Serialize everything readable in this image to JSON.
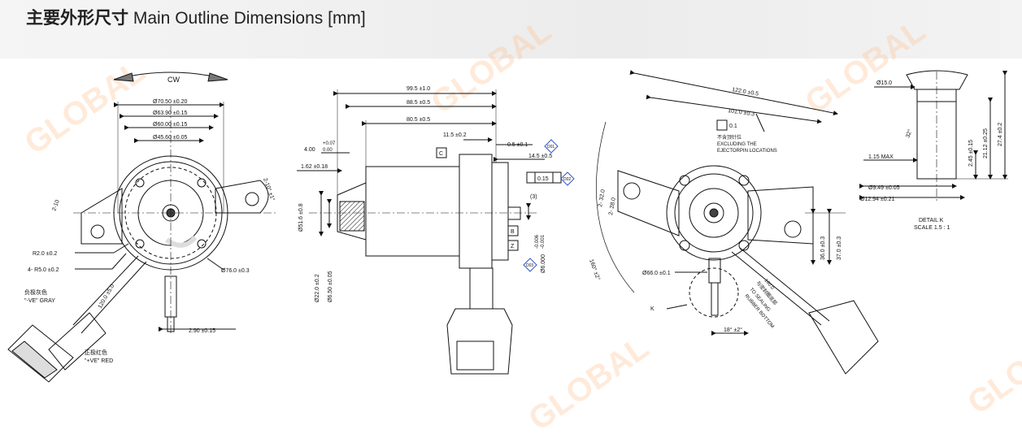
{
  "header": {
    "title_zh": "主要外形尺寸",
    "title_en": "Main Outline Dimensions [mm]"
  },
  "watermark": "GLOBAL",
  "front_view": {
    "rotation": "CW",
    "d1": "Ø70.50 ±0.20",
    "d2": "Ø63.90 ±0.15",
    "d3": "Ø60.00 ±0.15",
    "d4": "Ø45.60 ±0.05",
    "d_outer": "Ø76.0 ±0.3",
    "angle": "2-10° ±1°",
    "holes": "2-10",
    "r1": "R2.0 ±0.2",
    "r2": "4- R5.0 ±0.2",
    "neg_zh": "负极灰色",
    "neg_en": "\"-VE\" GRAY",
    "pos_zh": "正极红色",
    "pos_en": "\"+VE\" RED",
    "cable": "120.0 ±5.0",
    "shaft": "2.90 ±0.15"
  },
  "side_view": {
    "l1": "99.5 ±1.0",
    "l2": "88.5 ±0.5",
    "l3": "80.5 ±0.5",
    "l4": "11.5 ±0.2",
    "l5": "0.5 ±0.1",
    "l6": "14.5 ±0.5",
    "tol_a": "+0.07",
    "tol_b": "0.00",
    "l7": "4.00",
    "l8": "1.62 ±0.18",
    "d_body": "Ø51.6 ±0.8",
    "d_hub": "Ø22.0 ±0.2",
    "d_shaft": "Ø6.50 ±0.05",
    "d_pin": "Ø6.000",
    "pin_tol_a": "-0.006",
    "pin_tol_b": "-0.001",
    "perp": "0.15",
    "ref": "(3)",
    "datum_c": "C",
    "datum_b": "B",
    "datum_z": "Z",
    "sym_1": "D01",
    "sym_2": "D02",
    "sym_3": "D03"
  },
  "back_view": {
    "w1": "122.0 ±0.5",
    "w2": "101.0 ±0.3",
    "flat": "0.1",
    "note_zh": "不含顶针位",
    "note_1": "EXCLUDING THE",
    "note_2": "EJECTORPIN LOCATIONS",
    "a1": "2- 32.0",
    "a2": "2- 28.0",
    "h1": "36.0 ±0.3",
    "h2": "37.0 ±0.3",
    "d": "Ø66.0 ±0.1",
    "angle1": "160° ±2°",
    "angle2": "18° ±2°",
    "seal_zh": "与密封圈底部",
    "seal_val": "160.0",
    "seal_1": "TO SEALING",
    "seal_2": "RUBBER BOTTOM",
    "k_label": "K"
  },
  "detail_k": {
    "d1": "Ø15.0",
    "d2": "Ø9.49 ±0.05",
    "d3": "Ø12.94 ±0.21",
    "angle": "32°",
    "max": "1.15 MAX",
    "h1": "2.45 ±0.15",
    "h2": "21.12 ±0.25",
    "h3": "27.4 ±0.2",
    "title": "DETAIL K",
    "scale": "SCALE 1.5 : 1"
  }
}
